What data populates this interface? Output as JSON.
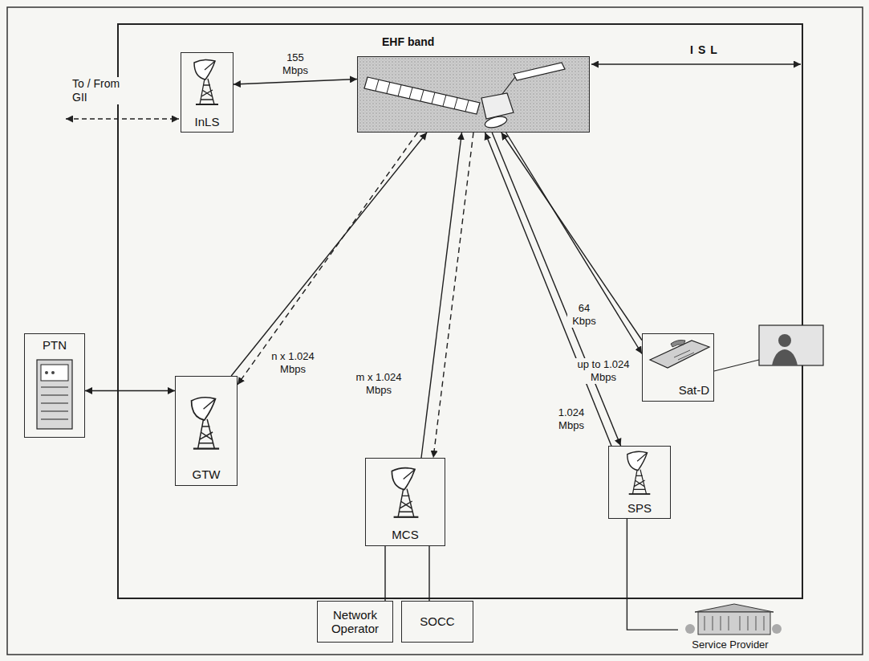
{
  "diagram": {
    "nodes": [
      {
        "text": [
          "EHF band"
        ]
      },
      {
        "text": [
          "InLS"
        ]
      },
      {
        "text": [
          "Sat-D"
        ]
      },
      {
        "text": [
          "PTN"
        ]
      },
      {
        "text": [
          "GTW"
        ]
      },
      {
        "text": [
          "SPS"
        ]
      },
      {
        "text": [
          "MCS"
        ]
      },
      {
        "text": [
          "Network Operator"
        ]
      },
      {
        "text": [
          "SOCC"
        ]
      },
      {
        "text": [
          "Service Provider"
        ]
      }
    ],
    "edges": [
      {
        "from": 1,
        "to": 0,
        "arrow": "both",
        "label": "155 Mbps"
      },
      {
        "from": 4,
        "to": 0,
        "arrow": "to",
        "label": "n x 1.024 Mbps"
      },
      {
        "from": 0,
        "to": 4,
        "arrow": "to"
      },
      {
        "from": 6,
        "to": 0,
        "arrow": "to",
        "label": "m x 1.024 Mbps"
      },
      {
        "from": 0,
        "to": 6,
        "arrow": "to"
      },
      {
        "from": 5,
        "to": 0,
        "arrow": "to",
        "label": "1.024 Mbps"
      },
      {
        "from": 0,
        "to": 5,
        "arrow": "to"
      },
      {
        "from": 2,
        "to": 0,
        "arrow": "to",
        "label": "64 Kbps"
      },
      {
        "from": 0,
        "to": 2,
        "arrow": "to",
        "label": "up to 1.024 Mbps"
      },
      {
        "from": 3,
        "to": 4,
        "arrow": "both"
      },
      {
        "from": 6,
        "to": 7,
        "arrow": "none"
      },
      {
        "from": 6,
        "to": 8,
        "arrow": "none"
      },
      {
        "from": 5,
        "to": 9,
        "arrow": "none"
      }
    ],
    "labels": [
      "To / From GII",
      "ISL"
    ]
  }
}
